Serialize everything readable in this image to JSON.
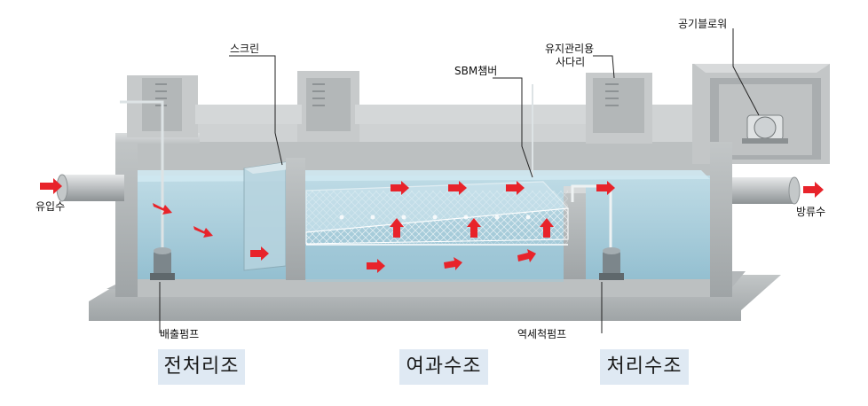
{
  "labels": {
    "inflow": "유입수",
    "outflow": "방류수",
    "screen": "스크린",
    "sbm_chamber": "SBM챔버",
    "ladder_line1": "유지관리용",
    "ladder_line2": "사다리",
    "blower": "공기블로워",
    "discharge_pump": "배출펌프",
    "backwash_pump": "역세척펌프"
  },
  "zones": {
    "pretreatment": "전처리조",
    "filtration": "여과수조",
    "treatment": "처리수조"
  },
  "colors": {
    "arrow": "#e8232a",
    "concrete": "#c9cccd",
    "concrete_dark": "#a8acae",
    "water": "#a9d4e4",
    "zone_bg": "#dfe9f3"
  }
}
